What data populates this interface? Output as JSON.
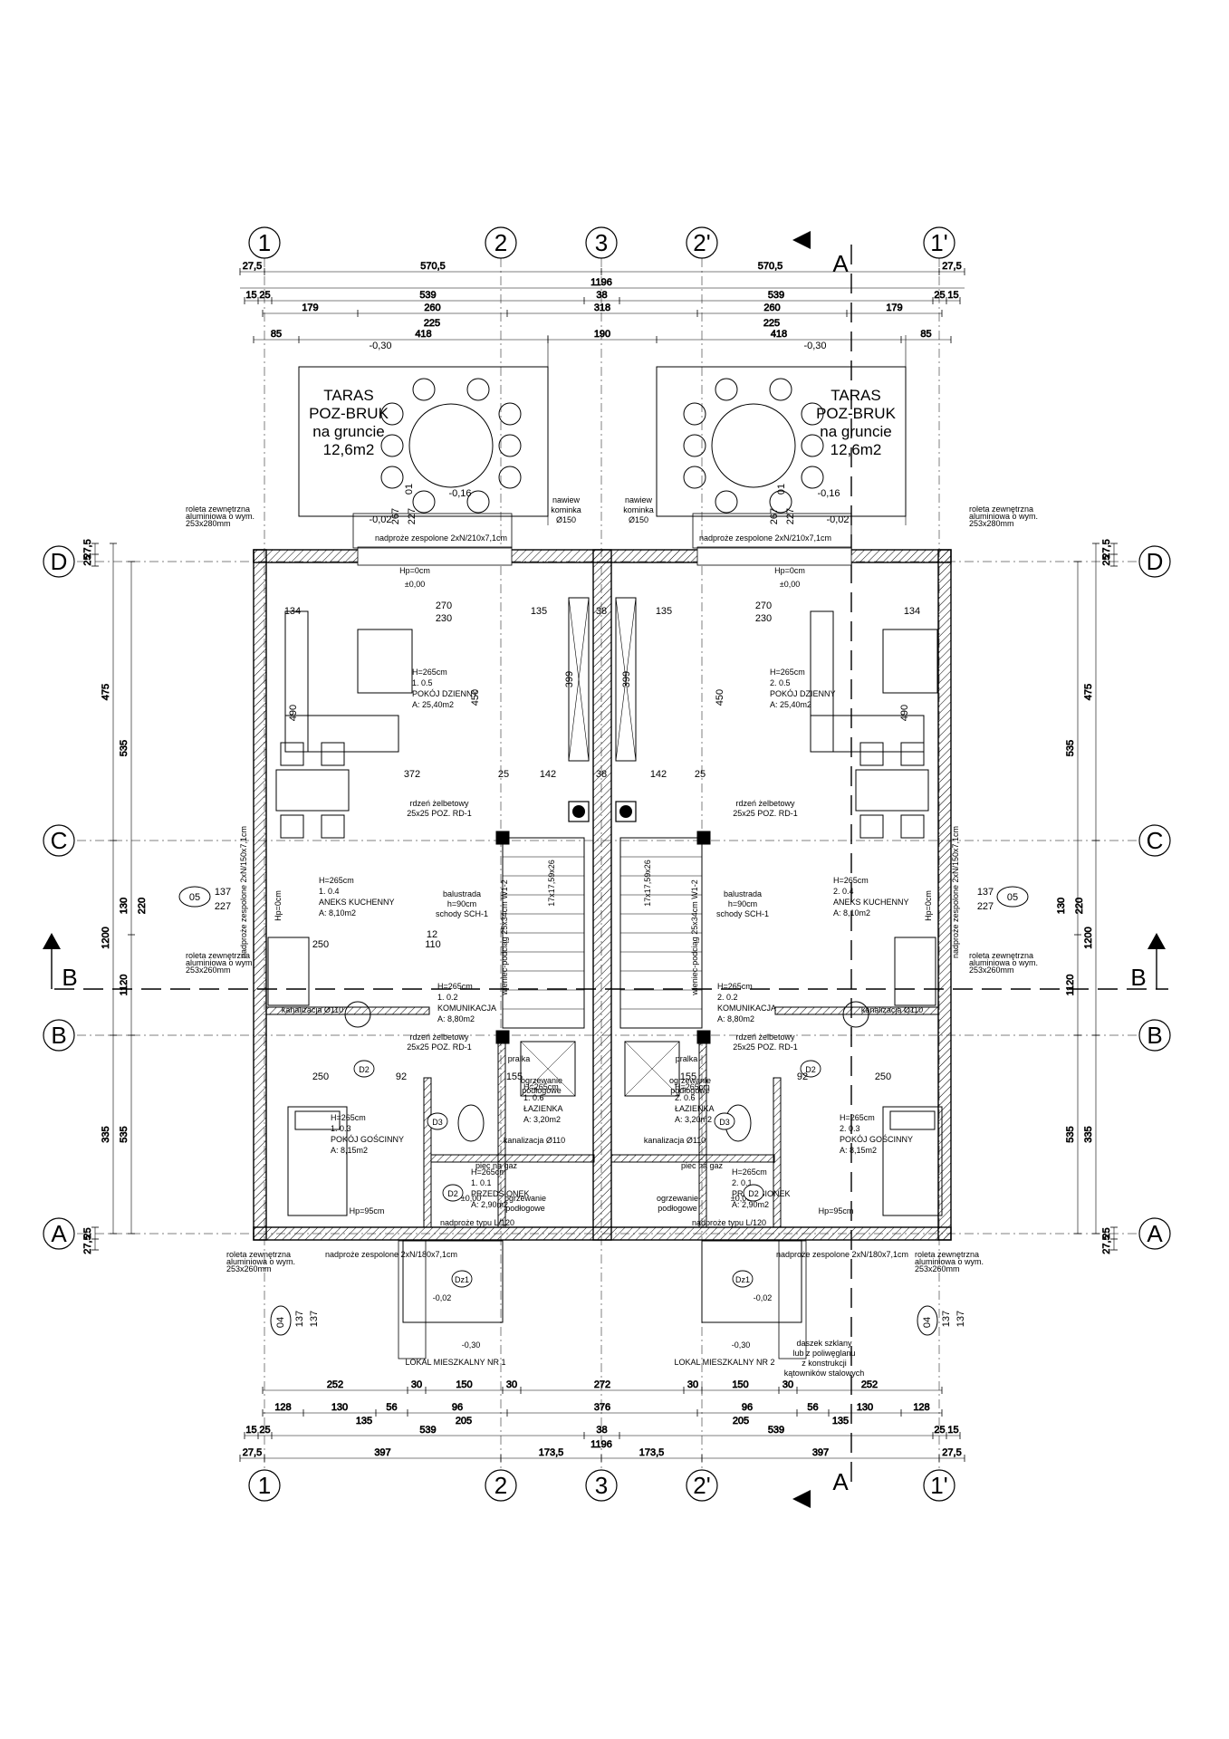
{
  "axes_top": [
    "1",
    "2",
    "3",
    "2'",
    "1'"
  ],
  "axes_side": [
    "D",
    "C",
    "B",
    "A"
  ],
  "section_a": "A",
  "section_b": "B",
  "dims": {
    "top_row1": [
      "27,5",
      "570,5",
      "570,5",
      "27,5"
    ],
    "top_total": "1196",
    "top_row2": [
      "15",
      "25",
      "539",
      "38",
      "539",
      "25",
      "15"
    ],
    "top_row3": [
      "179",
      "260",
      "318",
      "260",
      "179"
    ],
    "top_row4": [
      "225",
      "225"
    ],
    "top_row5": [
      "85",
      "418",
      "190",
      "418",
      "85"
    ],
    "bottom_row1": [
      "252",
      "30",
      "150",
      "30",
      "272",
      "30",
      "150",
      "30",
      "252"
    ],
    "bottom_row2": [
      "128",
      "130",
      "56",
      "96",
      "376",
      "96",
      "56",
      "130",
      "128"
    ],
    "bottom_row3": [
      "135",
      "205",
      "205",
      "135"
    ],
    "bottom_row4": [
      "15",
      "25",
      "539",
      "38",
      "539",
      "25",
      "15"
    ],
    "bottom_total": "1196",
    "bottom_row5": [
      "27,5",
      "397",
      "173,5",
      "173,5",
      "397",
      "27,5"
    ],
    "left_col": [
      "475",
      "1200",
      "335",
      "335"
    ],
    "left_inner": [
      "535",
      "1120",
      "535"
    ],
    "right_col": [
      "475",
      "1200",
      "335",
      "335"
    ],
    "right_inner": [
      "535",
      "1120",
      "535"
    ],
    "left_small": [
      "27,5",
      "25",
      "15",
      "130",
      "220",
      "15",
      "25",
      "27,5"
    ],
    "interior": [
      "270",
      "230",
      "135",
      "38",
      "135",
      "270",
      "230",
      "134",
      "134",
      "372",
      "142",
      "38",
      "142",
      "25",
      "25",
      "250",
      "110",
      "12",
      "250",
      "92",
      "155",
      "155",
      "92",
      "250",
      "490",
      "450",
      "399",
      "399",
      "450",
      "490"
    ]
  },
  "terraces": [
    {
      "title": "TARAS",
      "sub1": "POZ-BRUK",
      "sub2": "na gruncie",
      "area": "12,6m2",
      "level": "-0,30",
      "level2": "-0,16",
      "level3": "-0,02",
      "door": "01",
      "d1": "267",
      "d2": "227"
    },
    {
      "title": "TARAS",
      "sub1": "POZ-BRUK",
      "sub2": "na gruncie",
      "area": "12,6m2",
      "level": "-0,30",
      "level2": "-0,16",
      "level3": "-0,02",
      "door": "01",
      "d1": "267",
      "d2": "227"
    }
  ],
  "chimney": [
    {
      "t1": "nawiew",
      "t2": "kominka",
      "t3": "Ø150"
    },
    {
      "t1": "nawiew",
      "t2": "kominka",
      "t3": "Ø150"
    }
  ],
  "lintels": {
    "top": "nadproże zespolone 2xN/210x7,1cm",
    "side": "nadproże zespolone 2xN/150x7,1cm",
    "bottom": "nadproże zespolone 2xN/180x7,1cm",
    "door": "nadproże typu L/120"
  },
  "roller": {
    "l1": "roleta zewnętrzna",
    "l2": "aluminiowa o wym.",
    "l3": "253x280mm",
    "l4": "253x260mm"
  },
  "rooms": [
    {
      "h": "H=265cm",
      "num": "1. 0.5",
      "name": "POKÓJ DZIENNY",
      "area": "A: 25,40m2"
    },
    {
      "h": "H=265cm",
      "num": "2. 0.5",
      "name": "POKÓJ DZIENNY",
      "area": "A: 25,40m2"
    },
    {
      "h": "H=265cm",
      "num": "1. 0.4",
      "name": "ANEKS KUCHENNY",
      "area": "A: 8,10m2"
    },
    {
      "h": "H=265cm",
      "num": "2. 0.4",
      "name": "ANEKS KUCHENNY",
      "area": "A: 8,10m2"
    },
    {
      "h": "H=265cm",
      "num": "1. 0.2",
      "name": "KOMUNIKACJA",
      "area": "A: 8,80m2"
    },
    {
      "h": "H=265cm",
      "num": "2. 0.2",
      "name": "KOMUNIKACJA",
      "area": "A: 8,80m2"
    },
    {
      "h": "H=265cm",
      "num": "1. 0.3",
      "name": "POKÓJ GOŚCINNY",
      "area": "A: 8,15m2"
    },
    {
      "h": "H=265cm",
      "num": "2. 0.3",
      "name": "POKÓJ GOŚCINNY",
      "area": "A: 8,15m2"
    },
    {
      "h": "H=265cm",
      "num": "1. 0.6",
      "name": "ŁAZIENKA",
      "area": "A: 3,20m2"
    },
    {
      "h": "H=265cm",
      "num": "2. 0.6",
      "name": "ŁAZIENKA",
      "area": "A: 3,20m2"
    },
    {
      "h": "H=265cm",
      "num": "1. 0.1",
      "name": "PRZEDSIONEK",
      "area": "A: 2,90m2"
    },
    {
      "h": "H=265cm",
      "num": "2. 0.1",
      "name": "PRZEDSIONEK",
      "area": "A: 2,90m2"
    }
  ],
  "core": {
    "t1": "rdzeń żelbetowy",
    "t2": "25x25 POZ. RD-1"
  },
  "stairs": {
    "t1": "balustrada",
    "t2": "h=90cm",
    "t3": "schody SCH-1",
    "t4": "17x17,59x26",
    "t5": "wieniec-podciąg 25x34cm W1-2"
  },
  "labels": {
    "heat": [
      "ogrzewanie",
      "podłogowe"
    ],
    "gas": "piec na gaz",
    "laundry": "pralka",
    "sewer": "kanalizacja Ø110",
    "hp": "Hp=0cm",
    "hp95": "Hp=95cm",
    "zero": "±0,00",
    "level02": "-0,02",
    "level30": "-0,30",
    "unit1": "LOKAL MIESZKALNY NR 1",
    "unit2": "LOKAL MIESZKALNY NR 2",
    "canopy": [
      "daszek szklany",
      "lub z poliwęglanu",
      "z konstrukcji",
      "kątowników stalowych"
    ],
    "win05": "05",
    "win04": "04",
    "win_d1": "137",
    "win_d2": "227",
    "doors": [
      "D2",
      "D3",
      "D2",
      "Dz1",
      "D3",
      "D2",
      "D2",
      "Dz1"
    ]
  }
}
